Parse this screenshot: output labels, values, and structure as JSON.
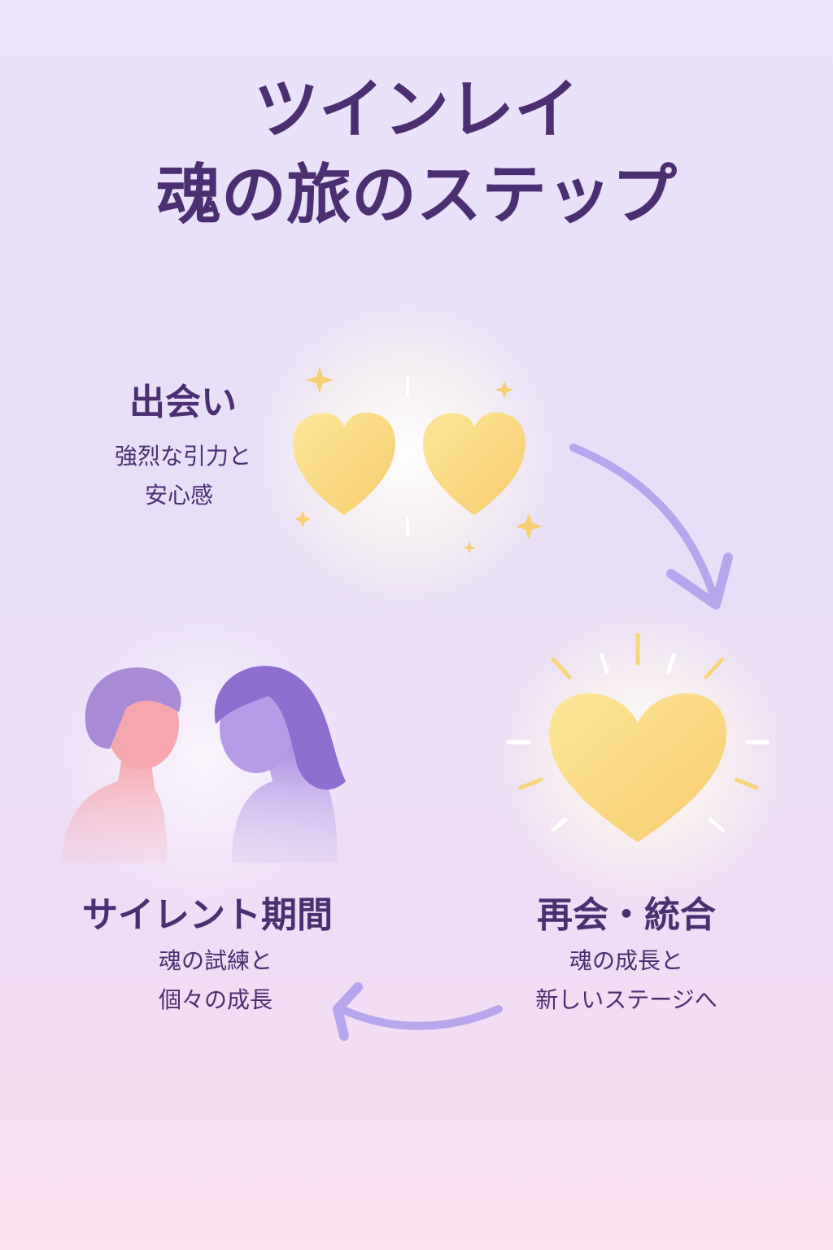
{
  "title": {
    "line1": "ツインレイ",
    "line2": "魂の旅のステップ"
  },
  "steps": [
    {
      "heading": "出会い",
      "desc1": "強烈な引力と",
      "desc2": "安心感"
    },
    {
      "heading": "再会・統合",
      "desc1": "魂の成長と",
      "desc2": "新しいステージへ"
    },
    {
      "heading": "サイレント期間",
      "desc1": "魂の試練と",
      "desc2": "個々の成長"
    }
  ],
  "colors": {
    "title": "#4b2f72",
    "heart": "#f8d77a",
    "arrow": "#b7a6ee"
  }
}
